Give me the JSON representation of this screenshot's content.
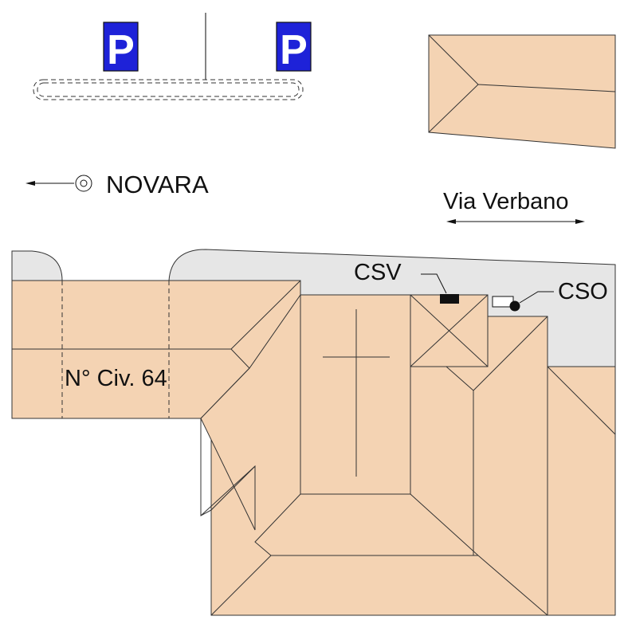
{
  "labels": {
    "direction": "NOVARA",
    "street": "Via Verbano",
    "csv": "CSV",
    "cso": "CSO",
    "civic_number": "N° Civ. 64"
  },
  "parking_signs": [
    {
      "letter": "P"
    },
    {
      "letter": "P"
    }
  ],
  "colors": {
    "roof": "#f4d3b3",
    "sidewalk": "#e6e6e6",
    "parking_blue": "#1e22d8",
    "line": "#333333"
  }
}
